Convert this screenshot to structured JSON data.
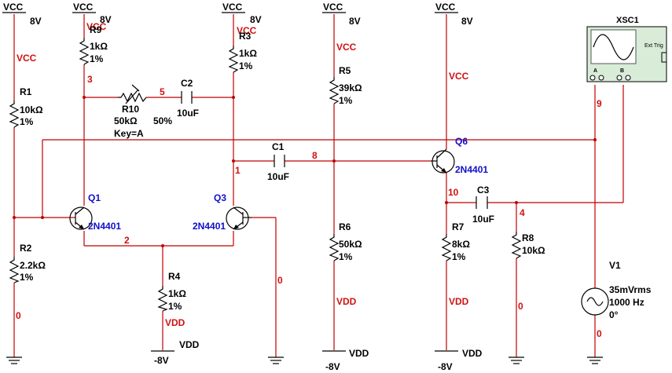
{
  "rails": [
    {
      "id": "vcc1",
      "net": "VCC",
      "value": "8V",
      "netlabel": "VCC"
    },
    {
      "id": "vcc2",
      "net": "VCC",
      "value": "8V",
      "netlabel": "VCC"
    },
    {
      "id": "vcc3",
      "net": "VCC",
      "value": "8V",
      "netlabel": "VCC"
    },
    {
      "id": "vcc4",
      "net": "VCC",
      "value": "8V",
      "netlabel": "VCC"
    },
    {
      "id": "vcc5",
      "net": "VCC",
      "value": "8V",
      "netlabel": "VCC"
    }
  ],
  "vdd_supplies": [
    {
      "id": "vdd1",
      "net": "VDD",
      "value": "-8V",
      "netlabel": "VDD"
    },
    {
      "id": "vdd2",
      "net": "VDD",
      "value": "-8V",
      "netlabel": "VDD"
    },
    {
      "id": "vdd3",
      "net": "VDD",
      "value": "-8V",
      "netlabel": "VDD"
    }
  ],
  "resistors": [
    {
      "ref": "R1",
      "value": "10kΩ",
      "tol": "1%"
    },
    {
      "ref": "R2",
      "value": "2.2kΩ",
      "tol": "1%"
    },
    {
      "ref": "R9",
      "value": "1kΩ",
      "tol": "1%"
    },
    {
      "ref": "R3",
      "value": "1kΩ",
      "tol": "1%"
    },
    {
      "ref": "R4",
      "value": "1kΩ",
      "tol": "1%"
    },
    {
      "ref": "R5",
      "value": "39kΩ",
      "tol": "1%"
    },
    {
      "ref": "R6",
      "value": "50kΩ",
      "tol": "1%"
    },
    {
      "ref": "R7",
      "value": "8kΩ",
      "tol": "1%"
    },
    {
      "ref": "R8",
      "value": "10kΩ"
    }
  ],
  "potentiometer": {
    "ref": "R10",
    "value": "50kΩ",
    "setting": "50%",
    "key": "Key=A"
  },
  "capacitors": [
    {
      "ref": "C1",
      "value": "10uF"
    },
    {
      "ref": "C2",
      "value": "10uF"
    },
    {
      "ref": "C3",
      "value": "10uF"
    }
  ],
  "transistors": [
    {
      "ref": "Q1",
      "model": "2N4401"
    },
    {
      "ref": "Q3",
      "model": "2N4401"
    },
    {
      "ref": "Q6",
      "model": "2N4401"
    }
  ],
  "source": {
    "ref": "V1",
    "amplitude": "35mVrms",
    "frequency": "1000 Hz",
    "phase": "0°"
  },
  "oscilloscope": {
    "ref": "XSC1",
    "channel_a": "A",
    "channel_b": "B",
    "ext_trig": "Ext Trig"
  },
  "nets": {
    "n0": "0",
    "n1": "1",
    "n2": "2",
    "n3": "3",
    "n4": "4",
    "n5": "5",
    "n8": "8",
    "n9": "9",
    "n10": "10"
  },
  "colors": {
    "wire": "#c00000",
    "label_black": "#000000",
    "label_red": "#d01010",
    "label_blue": "#1010c8",
    "scope_body": "#d8ecd8"
  }
}
